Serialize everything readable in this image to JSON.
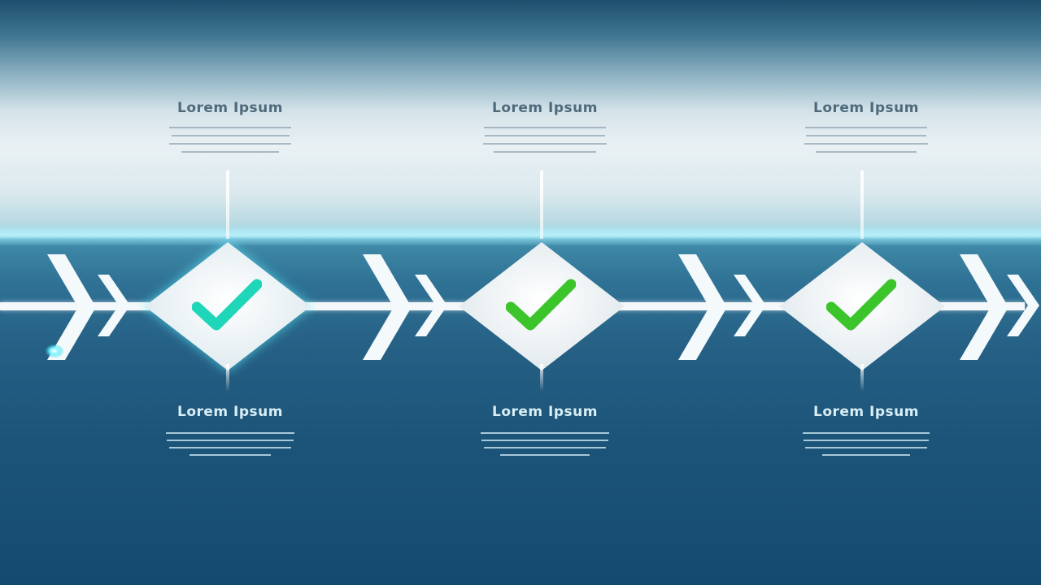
{
  "colors": {
    "line": "#f3f8fa",
    "diamond_fill": "#f2f6f8",
    "check_first": "#1fd6b8",
    "check_others": "#3cc52a"
  },
  "steps": [
    {
      "top_title": "Lorem Ipsum",
      "bottom_title": "Lorem Ipsum",
      "icon": "checkmark-icon"
    },
    {
      "top_title": "Lorem Ipsum",
      "bottom_title": "Lorem Ipsum",
      "icon": "checkmark-icon"
    },
    {
      "top_title": "Lorem Ipsum",
      "bottom_title": "Lorem Ipsum",
      "icon": "checkmark-icon"
    }
  ]
}
